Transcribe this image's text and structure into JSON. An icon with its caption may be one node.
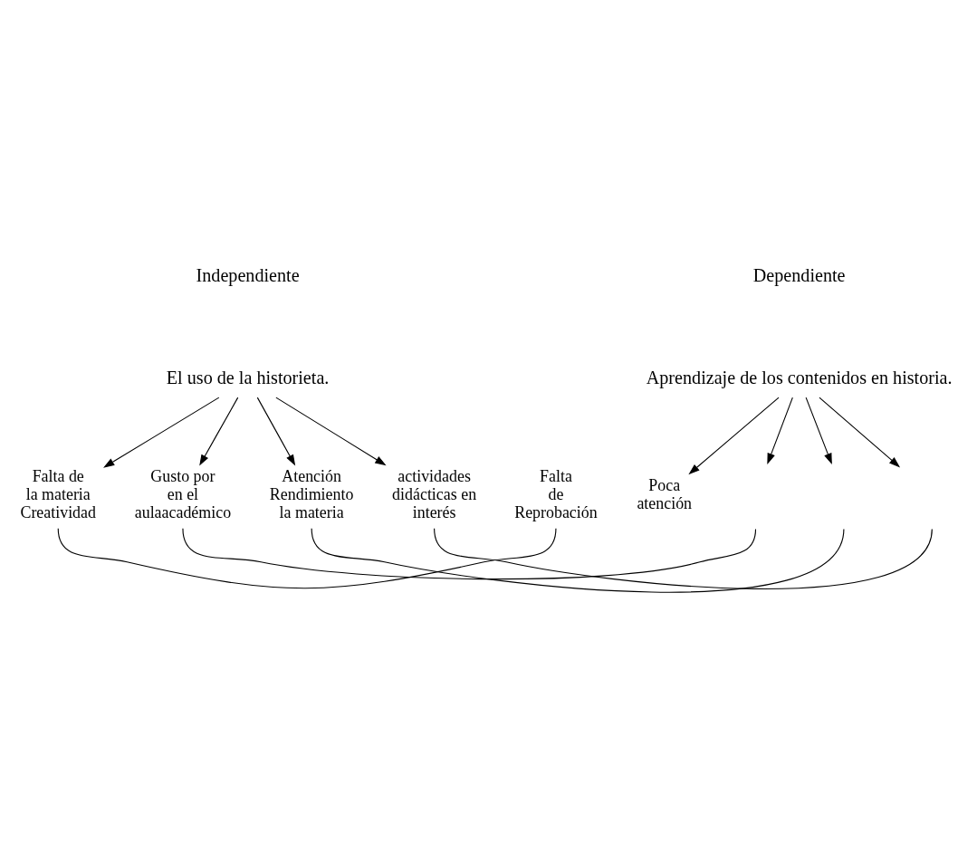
{
  "diagram": {
    "nodes": [
      {
        "text": [
          "El uso de la historieta."
        ]
      },
      {
        "text": [
          "Aprendizaje de los contenidos en historia."
        ]
      },
      {
        "text": [
          "Falta de",
          "la materia",
          "Creatividad"
        ]
      },
      {
        "text": [
          "Gusto por",
          "en el",
          "aulaacadémico"
        ]
      },
      {
        "text": [
          "Atención",
          "Rendimiento",
          "la materia"
        ]
      },
      {
        "text": [
          "actividades",
          "didácticas en",
          "interés"
        ]
      },
      {
        "text": [
          "Falta",
          "de",
          "Reprobación"
        ]
      },
      {
        "text": [
          "Poca",
          "atención"
        ]
      }
    ],
    "edges": [
      {
        "from": 0,
        "to": 2,
        "arrow": "to"
      },
      {
        "from": 0,
        "to": 3,
        "arrow": "to"
      },
      {
        "from": 0,
        "to": 4,
        "arrow": "to"
      },
      {
        "from": 0,
        "to": 5,
        "arrow": "to"
      },
      {
        "from": 1,
        "to": 7,
        "arrow": "to"
      },
      {
        "from": 1,
        "to": null,
        "arrow": "to"
      },
      {
        "from": 1,
        "to": null,
        "arrow": "to"
      },
      {
        "from": 1,
        "to": null,
        "arrow": "to"
      },
      {
        "from": 2,
        "to": 6,
        "arrow": "none"
      },
      {
        "from": 3,
        "to": null,
        "arrow": "none"
      },
      {
        "from": 4,
        "to": null,
        "arrow": "none"
      },
      {
        "from": 5,
        "to": null,
        "arrow": "none"
      }
    ],
    "labels": [
      "Independiente",
      "Dependiente"
    ]
  }
}
